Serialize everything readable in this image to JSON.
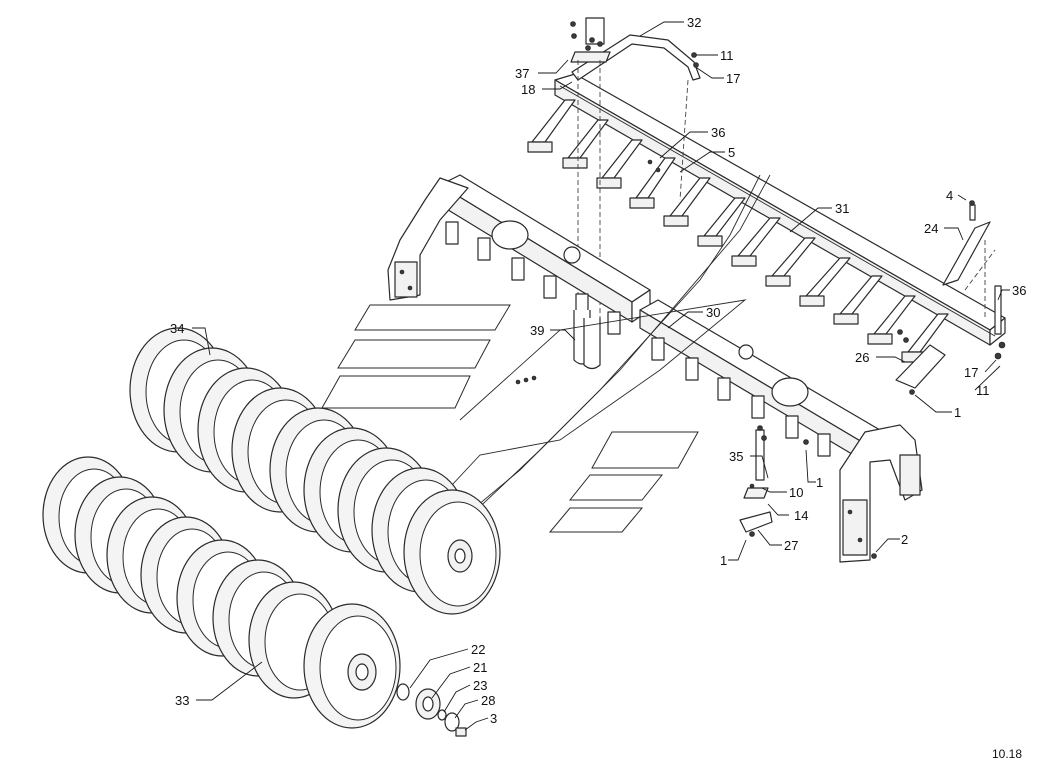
{
  "callouts": [
    {
      "id": "32",
      "label": "32"
    },
    {
      "id": "11a",
      "label": "11"
    },
    {
      "id": "37",
      "label": "37"
    },
    {
      "id": "17a",
      "label": "17"
    },
    {
      "id": "18",
      "label": "18"
    },
    {
      "id": "36a",
      "label": "36"
    },
    {
      "id": "5",
      "label": "5"
    },
    {
      "id": "31",
      "label": "31"
    },
    {
      "id": "4",
      "label": "4"
    },
    {
      "id": "24",
      "label": "24"
    },
    {
      "id": "36b",
      "label": "36"
    },
    {
      "id": "34",
      "label": "34"
    },
    {
      "id": "30",
      "label": "30"
    },
    {
      "id": "39",
      "label": "39"
    },
    {
      "id": "26",
      "label": "26"
    },
    {
      "id": "17b",
      "label": "17"
    },
    {
      "id": "11b",
      "label": "11"
    },
    {
      "id": "1a",
      "label": "1"
    },
    {
      "id": "35",
      "label": "35"
    },
    {
      "id": "1b",
      "label": "1"
    },
    {
      "id": "10",
      "label": "10"
    },
    {
      "id": "14",
      "label": "14"
    },
    {
      "id": "27",
      "label": "27"
    },
    {
      "id": "1c",
      "label": "1"
    },
    {
      "id": "2",
      "label": "2"
    },
    {
      "id": "22",
      "label": "22"
    },
    {
      "id": "21",
      "label": "21"
    },
    {
      "id": "23",
      "label": "23"
    },
    {
      "id": "28",
      "label": "28"
    },
    {
      "id": "3",
      "label": "3"
    },
    {
      "id": "33",
      "label": "33"
    }
  ],
  "page_ref": "10.18"
}
